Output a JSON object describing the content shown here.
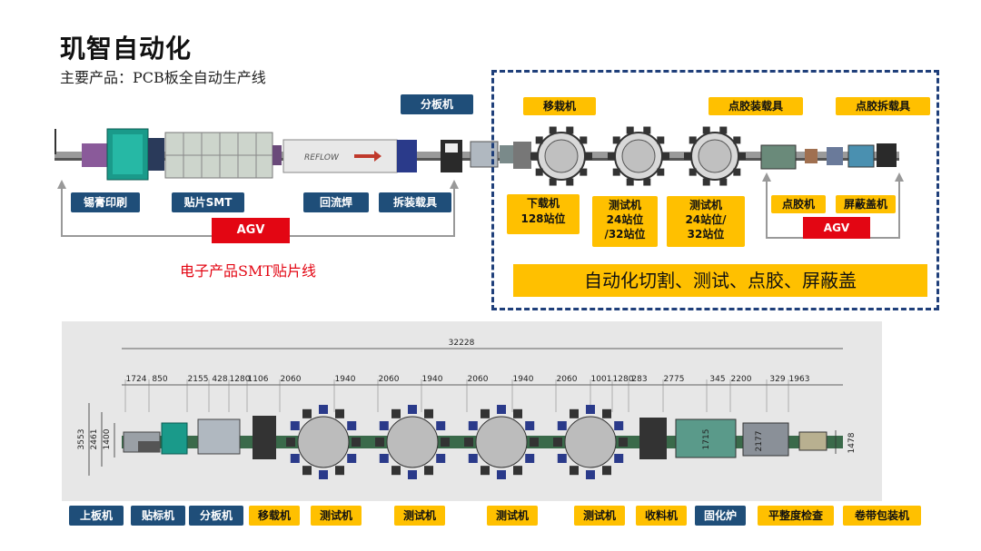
{
  "header": {
    "title": "玑智自动化",
    "subtitle": "主要产品：PCB板全自动生产线"
  },
  "top_diagram": {
    "labels_above": [
      {
        "id": "fenban",
        "text": "分板机"
      },
      {
        "id": "yizai",
        "text": "移栽机"
      },
      {
        "id": "dianjiao_zhuang",
        "text": "点胶装载具"
      },
      {
        "id": "dianjiao_chai",
        "text": "点胶拆载具"
      }
    ],
    "labels_below": [
      {
        "id": "xigao",
        "text": "锡膏印刷"
      },
      {
        "id": "tiepian",
        "text": "贴片SMT"
      },
      {
        "id": "huiliu",
        "text": "回流焊"
      },
      {
        "id": "chaizhuang",
        "text": "拆装载具"
      },
      {
        "id": "dianjiaoji",
        "text": "点胶机"
      },
      {
        "id": "pingbigai",
        "text": "屏蔽盖机"
      }
    ],
    "gold_multi": [
      {
        "id": "xiazai",
        "lines": [
          "下载机",
          "128站位"
        ]
      },
      {
        "id": "ceshi1",
        "lines": [
          "测试机",
          "24站位",
          "/32站位"
        ]
      },
      {
        "id": "ceshi2",
        "lines": [
          "测试机",
          "24站位/",
          "32站位"
        ]
      }
    ],
    "agv_left": "AGV",
    "agv_right": "AGV",
    "smt_line_caption": "电子产品SMT贴片线",
    "banner": "自动化切割、测试、点胶、屏蔽盖",
    "oven_text": "REFLOW"
  },
  "bottom_diagram": {
    "total_dim": "32228",
    "segment_dims": [
      "1724",
      "850",
      "2155",
      "428",
      "1280",
      "1106",
      "2060",
      "1940",
      "2060",
      "1940",
      "2060",
      "1940",
      "2060",
      "1001",
      "1280",
      "283",
      "2775",
      "345",
      "2200",
      "329",
      "1963"
    ],
    "vertical_dims": [
      "3553",
      "2461",
      "1400"
    ],
    "box_dims": [
      "1715",
      "2177",
      "1478"
    ],
    "labels": [
      {
        "text": "上板机",
        "color": "navy"
      },
      {
        "text": "贴标机",
        "color": "navy"
      },
      {
        "text": "分板机",
        "color": "navy"
      },
      {
        "text": "移载机",
        "color": "gold"
      },
      {
        "text": "测试机",
        "color": "gold"
      },
      {
        "text": "测试机",
        "color": "gold"
      },
      {
        "text": "测试机",
        "color": "gold"
      },
      {
        "text": "测试机",
        "color": "gold"
      },
      {
        "text": "收料机",
        "color": "gold"
      },
      {
        "text": "固化炉",
        "color": "navy"
      },
      {
        "text": "平整度检查",
        "color": "gold"
      },
      {
        "text": "卷带包装机",
        "color": "gold"
      }
    ]
  },
  "colors": {
    "navy": "#1f4e79",
    "gold": "#ffc000",
    "red": "#e30613",
    "dashed_border": "#1f3f7a"
  }
}
